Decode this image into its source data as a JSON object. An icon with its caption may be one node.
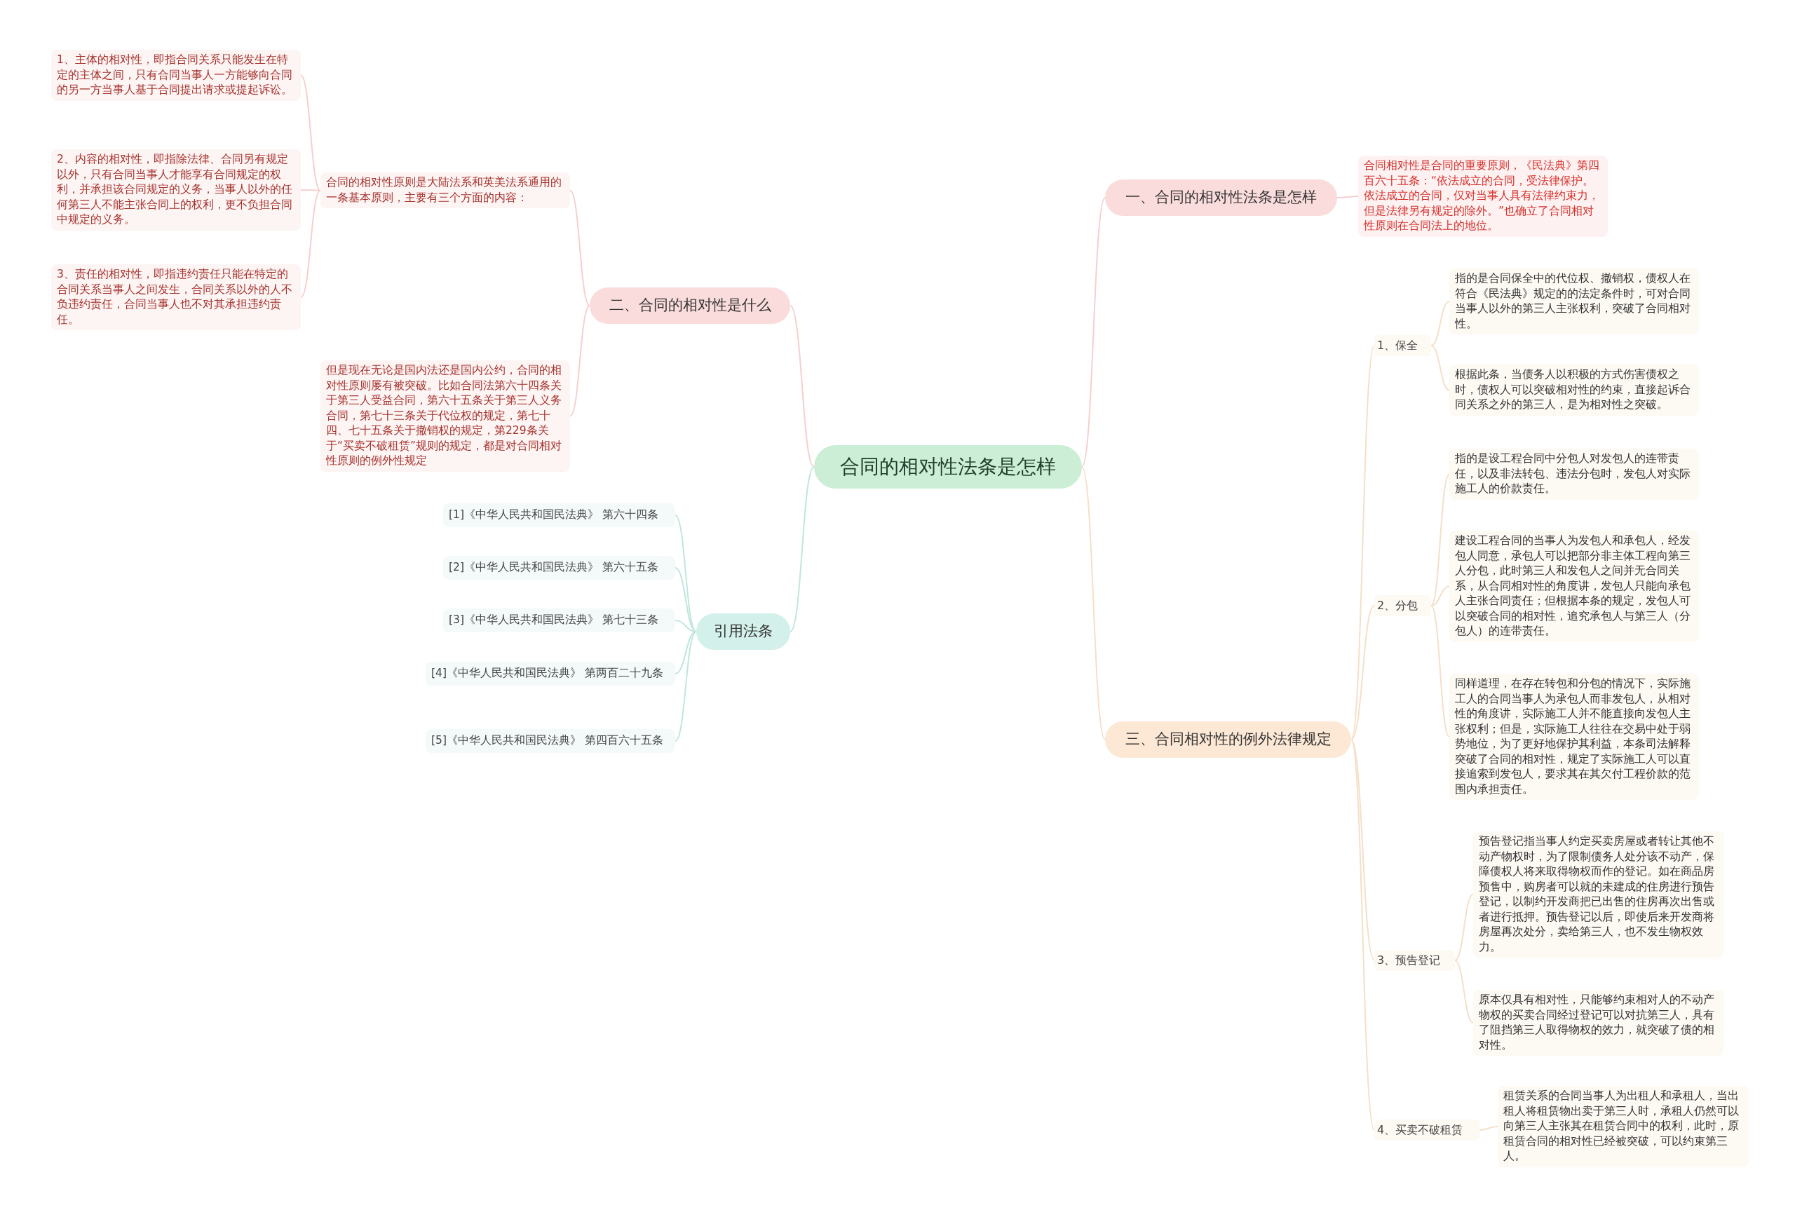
{
  "diagram": {
    "nodes": [
      {
        "text": [
          "合同的相对性法条是怎样"
        ]
      },
      {
        "text": [
          "一、合同的相对性法条是怎样"
        ]
      },
      {
        "text": [
          "合同相对性是合同的重要原则，《民法典》第四百六十五条：“依法成立的合同，受法律保护。依法成立的合同，仅对当事人具有法律约束力，但是法律另有规定的除外。”也确立了合同相对性原则在合同法上的地位。"
        ]
      },
      {
        "text": [
          "二、合同的相对性是什么"
        ]
      },
      {
        "text": [
          "合同的相对性原则是大陆法系和英美法系通用的一条基本原则，主要有三个方面的内容："
        ]
      },
      {
        "text": [
          "1、主体的相对性，即指合同关系只能发生在特定的主体之间，只有合同当事人一方能够向合同的另一方当事人基于合同提出请求或提起诉讼。"
        ]
      },
      {
        "text": [
          "2、内容的相对性，即指除法律、合同另有规定以外，只有合同当事人才能享有合同规定的权利，并承担该合同规定的义务，当事人以外的任何第三人不能主张合同上的权利，更不负担合同中规定的义务。"
        ]
      },
      {
        "text": [
          "3、责任的相对性，即指违约责任只能在特定的合同关系当事人之间发生，合同关系以外的人不负违约责任，合同当事人也不对其承担违约责任。"
        ]
      },
      {
        "text": [
          "但是现在无论是国内法还是国内公约，合同的相对性原则屡有被突破。比如合同法第六十四条关于第三人受益合同，第六十五条关于第三人义务合同，第七十三条关于代位权的规定，第七十四、七十五条关于撤销权的规定，第229条关于“买卖不破租赁”规则的规定，都是对合同相对性原则的例外性规定"
        ]
      },
      {
        "text": [
          "引用法条"
        ]
      },
      {
        "text": [
          "[1]《中华人民共和国民法典》 第六十四条"
        ]
      },
      {
        "text": [
          "[2]《中华人民共和国民法典》 第六十五条"
        ]
      },
      {
        "text": [
          "[3]《中华人民共和国民法典》 第七十三条"
        ]
      },
      {
        "text": [
          "[4]《中华人民共和国民法典》 第两百二十九条"
        ]
      },
      {
        "text": [
          "[5]《中华人民共和国民法典》 第四百六十五条"
        ]
      },
      {
        "text": [
          "三、合同相对性的例外法律规定"
        ]
      },
      {
        "text": [
          "1、保全"
        ]
      },
      {
        "text": [
          "指的是合同保全中的代位权、撤销权，债权人在符合《民法典》规定的的法定条件时，可对合同当事人以外的第三人主张权利，突破了合同相对性。"
        ]
      },
      {
        "text": [
          "根据此条，当债务人以积极的方式伤害债权之时，债权人可以突破相对性的约束，直接起诉合同关系之外的第三人，是为相对性之突破。"
        ]
      },
      {
        "text": [
          "2、分包"
        ]
      },
      {
        "text": [
          "指的是设工程合同中分包人对发包人的连带责任，以及非法转包、违法分包时，发包人对实际施工人的价款责任。"
        ]
      },
      {
        "text": [
          "建设工程合同的当事人为发包人和承包人，经发包人同意，承包人可以把部分非主体工程向第三人分包，此时第三人和发包人之间并无合同关系，从合同相对性的角度讲，发包人只能向承包人主张合同责任；但根据本条的规定，发包人可以突破合同的相对性，追究承包人与第三人（分包人）的连带责任。"
        ]
      },
      {
        "text": [
          "同样道理，在存在转包和分包的情况下，实际施工人的合同当事人为承包人而非发包人，从相对性的角度讲，实际施工人并不能直接向发包人主张权利；但是，实际施工人往往在交易中处于弱势地位，为了更好地保护其利益，本条司法解释突破了合同的相对性，规定了实际施工人可以直接追索到发包人，要求其在其欠付工程价款的范围内承担责任。"
        ]
      },
      {
        "text": [
          "3、预告登记"
        ]
      },
      {
        "text": [
          "预告登记指当事人约定买卖房屋或者转让其他不动产物权时，为了限制债务人处分该不动产，保障债权人将来取得物权而作的登记。如在商品房预售中，购房者可以就的未建成的住房进行预告登记，以制约开发商把已出售的住房再次出售或者进行抵押。预告登记以后，即使后来开发商将房屋再次处分，卖给第三人，也不发生物权效力。"
        ]
      },
      {
        "text": [
          "原本仅具有相对性，只能够约束相对人的不动产物权的买卖合同经过登记可以对抗第三人，具有了阻挡第三人取得物权的效力，就突破了债的相对性。"
        ]
      },
      {
        "text": [
          "4、买卖不破租赁"
        ]
      },
      {
        "text": [
          "租赁关系的合同当事人为出租人和承租人，当出租人将租赁物出卖于第三人时，承租人仍然可以向第三人主张其在租赁合同中的权利，此时，原租赁合同的相对性已经被突破，可以约束第三人。"
        ]
      }
    ],
    "edges": [
      {
        "from": 0,
        "to": 1,
        "arrow": "none",
        "color": "#f6cfd0"
      },
      {
        "from": 1,
        "to": 2,
        "arrow": "none",
        "color": "#f6cfd0"
      },
      {
        "from": 0,
        "to": 3,
        "arrow": "none",
        "color": "#f6cfd0"
      },
      {
        "from": 3,
        "to": 4,
        "arrow": "none",
        "color": "#f6cfd0"
      },
      {
        "from": 4,
        "to": 5,
        "arrow": "none",
        "color": "#f6cfd0"
      },
      {
        "from": 4,
        "to": 6,
        "arrow": "none",
        "color": "#f6cfd0"
      },
      {
        "from": 4,
        "to": 7,
        "arrow": "none",
        "color": "#f6cfd0"
      },
      {
        "from": 3,
        "to": 8,
        "arrow": "none",
        "color": "#f6cfd0"
      },
      {
        "from": 0,
        "to": 9,
        "arrow": "none",
        "color": "#bfe6de"
      },
      {
        "from": 9,
        "to": 10,
        "arrow": "none",
        "color": "#bfe6de"
      },
      {
        "from": 9,
        "to": 11,
        "arrow": "none",
        "color": "#bfe6de"
      },
      {
        "from": 9,
        "to": 12,
        "arrow": "none",
        "color": "#bfe6de"
      },
      {
        "from": 9,
        "to": 13,
        "arrow": "none",
        "color": "#bfe6de"
      },
      {
        "from": 9,
        "to": 14,
        "arrow": "none",
        "color": "#bfe6de"
      },
      {
        "from": 0,
        "to": 15,
        "arrow": "none"
      },
      {
        "from": 15,
        "to": 16,
        "arrow": "none"
      },
      {
        "from": 16,
        "to": 17,
        "arrow": "none"
      },
      {
        "from": 16,
        "to": 18,
        "arrow": "none"
      },
      {
        "from": 15,
        "to": 19,
        "arrow": "none"
      },
      {
        "from": 19,
        "to": 20,
        "arrow": "none"
      },
      {
        "from": 19,
        "to": 21,
        "arrow": "none"
      },
      {
        "from": 19,
        "to": 22,
        "arrow": "none"
      },
      {
        "from": 15,
        "to": 23,
        "arrow": "none"
      },
      {
        "from": 23,
        "to": 24,
        "arrow": "none"
      },
      {
        "from": 23,
        "to": 25,
        "arrow": "none"
      },
      {
        "from": 15,
        "to": 26,
        "arrow": "none"
      },
      {
        "from": 26,
        "to": 27,
        "arrow": "none"
      }
    ]
  }
}
